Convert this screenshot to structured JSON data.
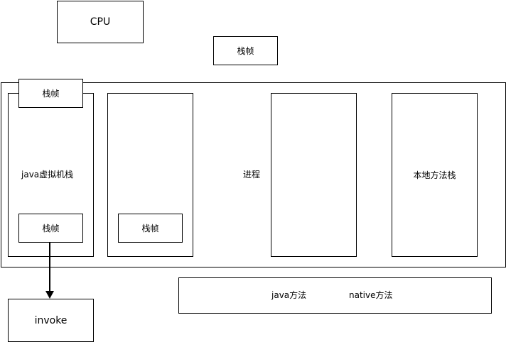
{
  "diagram": {
    "cpu_label": "CPU",
    "top_frame_label": "栈帧",
    "process_label": "进程",
    "jvm_stack": {
      "label": "java虚拟机栈",
      "top_frame": "栈帧",
      "bottom_frame": "栈帧"
    },
    "second_stack": {
      "frame": "栈帧"
    },
    "native_stack_label": "本地方法栈",
    "methods_box": {
      "java_method": "java方法",
      "native_method": "native方法"
    },
    "invoke_label": "invoke"
  },
  "colors": {
    "stroke": "#000000",
    "fill": "#ffffff"
  }
}
